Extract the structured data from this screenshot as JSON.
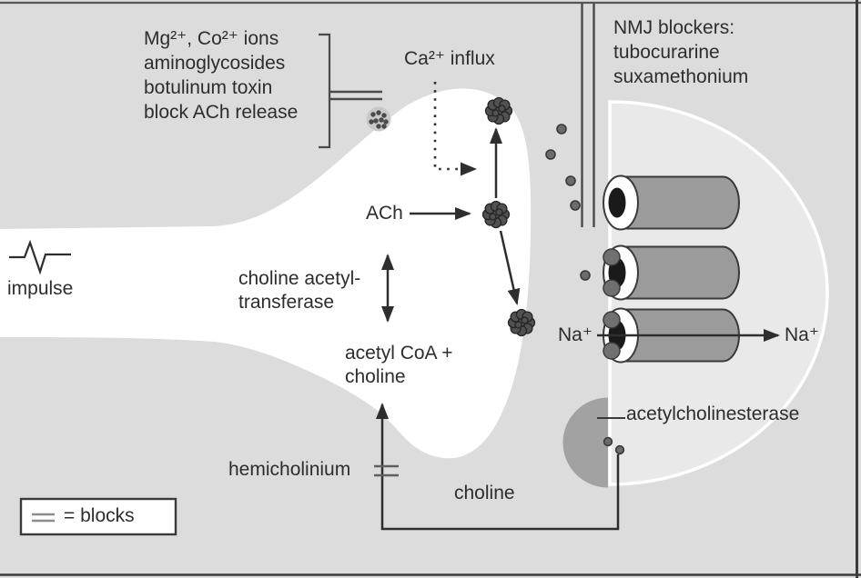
{
  "labels": {
    "presynaptic_blockers": [
      "Mg²⁺, Co²⁺ ions",
      "aminoglycosides",
      "botulinum toxin",
      "block ACh release"
    ],
    "ca_influx": "Ca²⁺ influx",
    "nmj_blockers": [
      "NMJ blockers:",
      "tubocurarine",
      "suxamethonium"
    ],
    "ach": "ACh",
    "choline_acetyltransferase": [
      "choline acetyl-",
      "transferase"
    ],
    "precursors": [
      "acetyl CoA +",
      "choline"
    ],
    "impulse": "impulse",
    "hemicholinium": "hemicholinium",
    "choline": "choline",
    "na_left": "Na⁺",
    "na_right": "Na⁺",
    "acetylcholinesterase": "acetylcholinesterase",
    "legend_blocks": "= blocks"
  },
  "colors": {
    "bg": "#dcdcdc",
    "terminal": "#ffffff",
    "endplate": "#e9e9e9",
    "endplate-outline": "#ffffff",
    "channel": "#9b9b9b",
    "esterase": "#a2a2a2",
    "ink": "#3a3a3a",
    "text": "#2d2d2d"
  }
}
